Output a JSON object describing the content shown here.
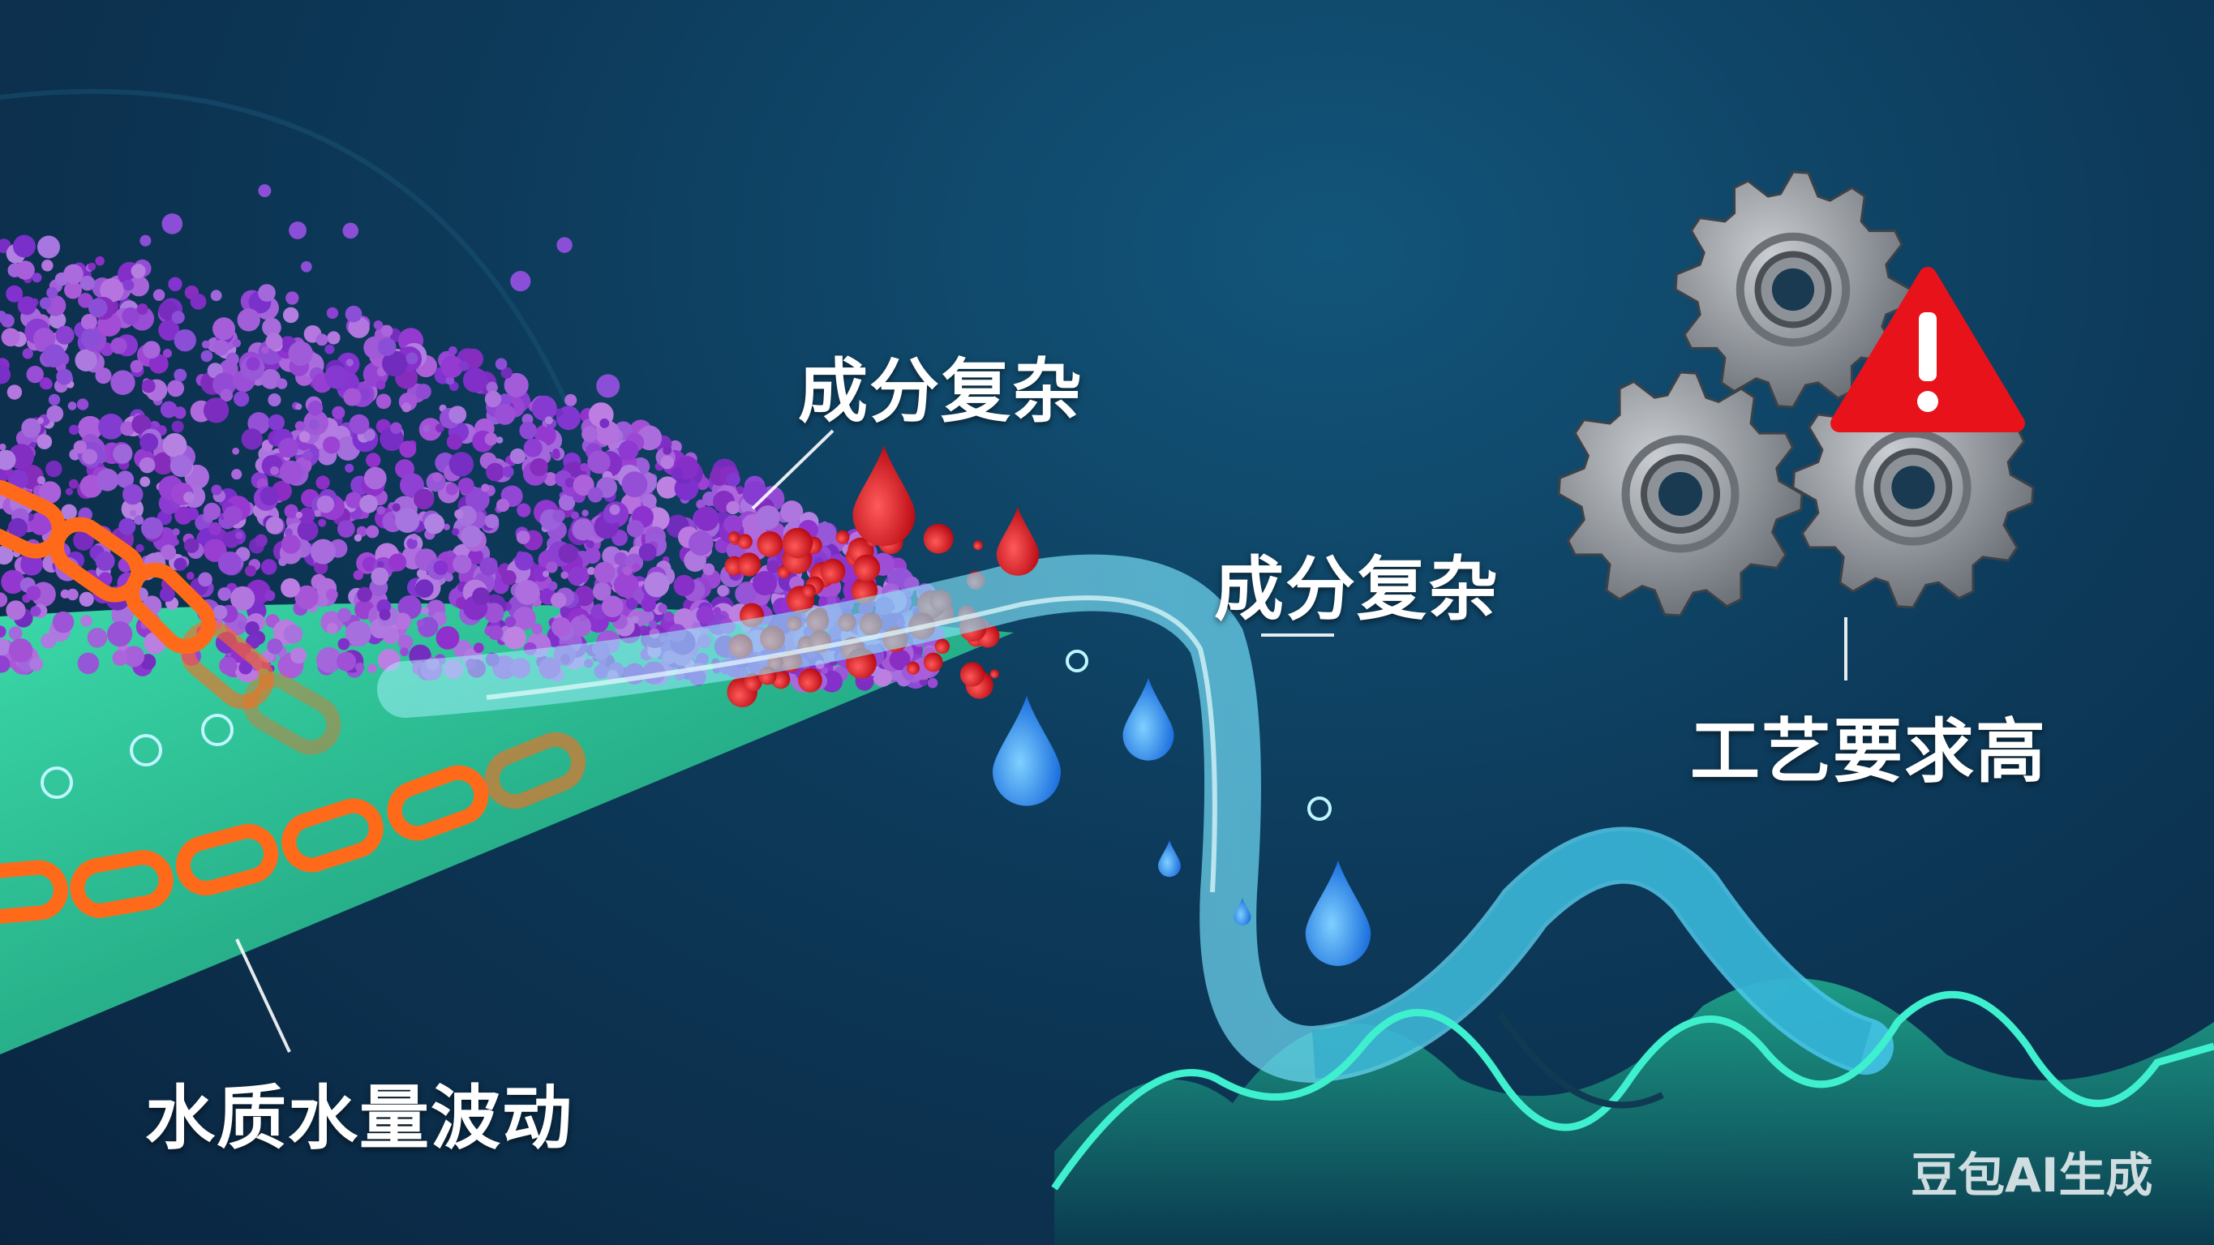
{
  "labels": {
    "complex_top": "成分复杂",
    "complex_mid": "成分复杂",
    "process": "工艺要求高",
    "fluctuation": "水质水量波动"
  },
  "watermark": "豆包AI生成",
  "colors": {
    "background": "#0d3a5a",
    "particles": "#8a4fd6",
    "chain": "#ff6a1a",
    "water": "#5fd8f0",
    "drop_blue": "#1e7ff0",
    "drop_red": "#e0101a",
    "gear": "#8d9298",
    "warning": "#e8121a",
    "wave": "#33e0c0",
    "ground": "#2ecf9a"
  }
}
